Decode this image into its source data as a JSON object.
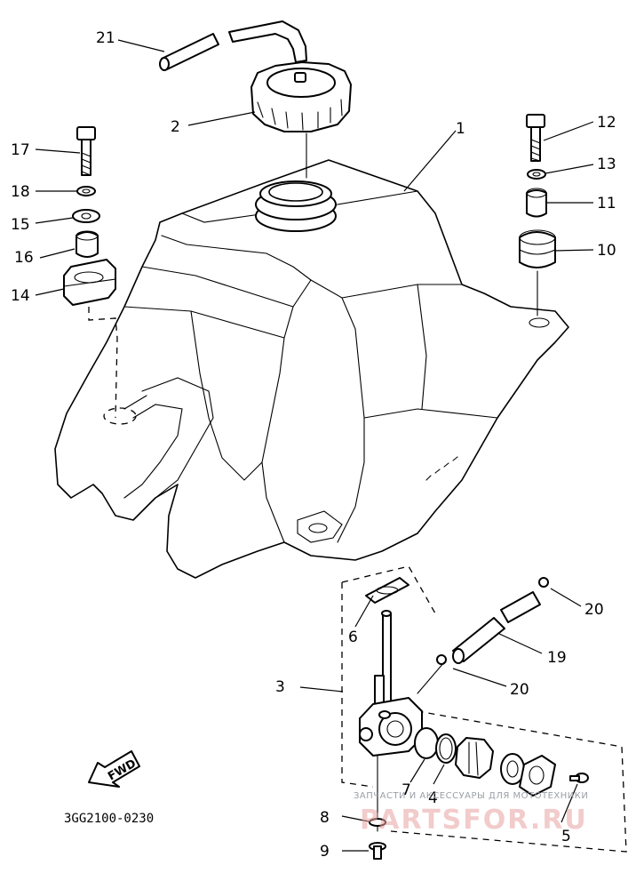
{
  "diagram": {
    "code": "3GG2100-0230",
    "direction_label": "FWD",
    "watermark_caption": "ЗАПЧАСТИ И АКСЕССУАРЫ ДЛЯ МОТОТЕХНИКИ",
    "watermark_brand": "PARTSFOR.RU",
    "callouts": [
      {
        "id": "c1",
        "label": "1"
      },
      {
        "id": "c2",
        "label": "2"
      },
      {
        "id": "c3",
        "label": "3"
      },
      {
        "id": "c4",
        "label": "4"
      },
      {
        "id": "c5",
        "label": "5"
      },
      {
        "id": "c6",
        "label": "6"
      },
      {
        "id": "c7",
        "label": "7"
      },
      {
        "id": "c8",
        "label": "8"
      },
      {
        "id": "c9",
        "label": "9"
      },
      {
        "id": "c10",
        "label": "10"
      },
      {
        "id": "c11",
        "label": "11"
      },
      {
        "id": "c12",
        "label": "12"
      },
      {
        "id": "c13",
        "label": "13"
      },
      {
        "id": "c14",
        "label": "14"
      },
      {
        "id": "c15",
        "label": "15"
      },
      {
        "id": "c16",
        "label": "16"
      },
      {
        "id": "c17",
        "label": "17"
      },
      {
        "id": "c18",
        "label": "18"
      },
      {
        "id": "c19",
        "label": "19"
      },
      {
        "id": "c20a",
        "label": "20"
      },
      {
        "id": "c20b",
        "label": "20"
      },
      {
        "id": "c21",
        "label": "21"
      }
    ]
  }
}
